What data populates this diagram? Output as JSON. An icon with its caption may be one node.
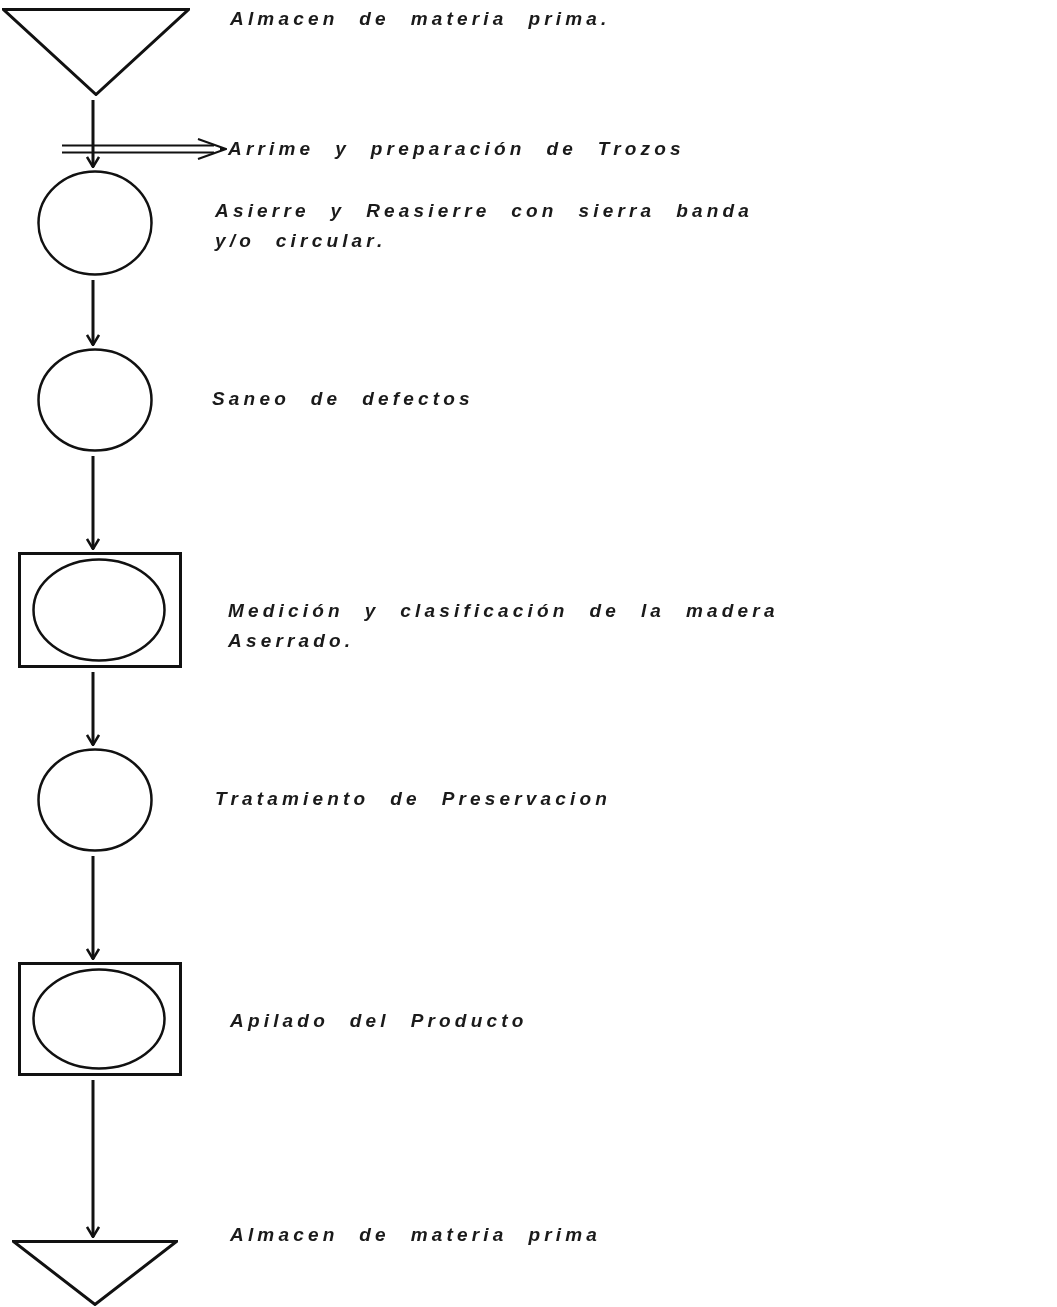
{
  "diagram": {
    "nodes": [
      {
        "text": [],
        "shape": "triangle",
        "beside": [
          "Almacen de materia prima."
        ]
      },
      {
        "text": [
          "Arrime y preparación de Trozos"
        ]
      },
      {
        "text": [],
        "shape": "circle",
        "beside": [
          "Asierre y Reasierre con sierra banda y/o circular."
        ]
      },
      {
        "text": [],
        "shape": "circle",
        "beside": [
          "Saneo de defectos"
        ]
      },
      {
        "text": [],
        "shape": "box",
        "beside": [
          "Medición y clasificación de la madera Aserrado."
        ]
      },
      {
        "text": [],
        "shape": "circle",
        "in": 4
      },
      {
        "text": [],
        "shape": "circle",
        "beside": [
          "Tratamiento de Preservacion"
        ]
      },
      {
        "text": [],
        "shape": "box",
        "beside": [
          "Apilado del Producto"
        ]
      },
      {
        "text": [],
        "shape": "circle",
        "in": 7
      },
      {
        "text": [],
        "shape": "triangle",
        "beside": [
          "Almacen de materia prima"
        ]
      }
    ],
    "edges": [
      {
        "from": 0,
        "to": 2,
        "arrow": "to"
      },
      {
        "from": 2,
        "to": 3,
        "arrow": "to"
      },
      {
        "from": 3,
        "to": 4,
        "arrow": "to"
      },
      {
        "from": 4,
        "to": 6,
        "arrow": "to"
      },
      {
        "from": 6,
        "to": 7,
        "arrow": "to"
      },
      {
        "from": 7,
        "to": 9,
        "arrow": "to"
      },
      {
        "from": null,
        "to": 1,
        "arrow": "to"
      }
    ]
  }
}
